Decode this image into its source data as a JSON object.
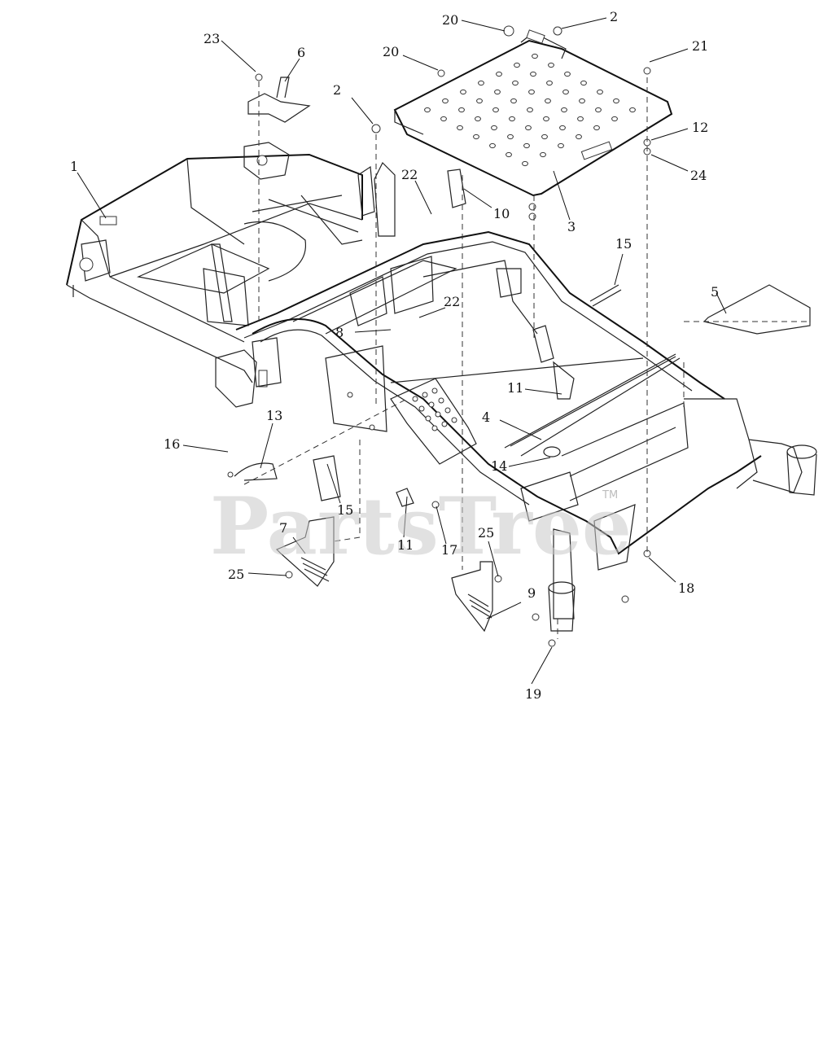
{
  "diagram": {
    "callouts": [
      {
        "id": "c1",
        "label": "1"
      },
      {
        "id": "c2a",
        "label": "2"
      },
      {
        "id": "c2b",
        "label": "2"
      },
      {
        "id": "c3",
        "label": "3"
      },
      {
        "id": "c4",
        "label": "4"
      },
      {
        "id": "c5",
        "label": "5"
      },
      {
        "id": "c6",
        "label": "6"
      },
      {
        "id": "c7",
        "label": "7"
      },
      {
        "id": "c8",
        "label": "8"
      },
      {
        "id": "c9",
        "label": "9"
      },
      {
        "id": "c10",
        "label": "10"
      },
      {
        "id": "c11a",
        "label": "11"
      },
      {
        "id": "c11b",
        "label": "11"
      },
      {
        "id": "c12",
        "label": "12"
      },
      {
        "id": "c13",
        "label": "13"
      },
      {
        "id": "c14",
        "label": "14"
      },
      {
        "id": "c15a",
        "label": "15"
      },
      {
        "id": "c15b",
        "label": "15"
      },
      {
        "id": "c16",
        "label": "16"
      },
      {
        "id": "c17",
        "label": "17"
      },
      {
        "id": "c18",
        "label": "18"
      },
      {
        "id": "c19",
        "label": "19"
      },
      {
        "id": "c20a",
        "label": "20"
      },
      {
        "id": "c20b",
        "label": "20"
      },
      {
        "id": "c21",
        "label": "21"
      },
      {
        "id": "c22a",
        "label": "22"
      },
      {
        "id": "c22b",
        "label": "22"
      },
      {
        "id": "c23",
        "label": "23"
      },
      {
        "id": "c24",
        "label": "24"
      },
      {
        "id": "c25a",
        "label": "25"
      },
      {
        "id": "c25b",
        "label": "25"
      }
    ]
  },
  "watermark": {
    "text": "PartsTree",
    "trademark": "TM"
  }
}
